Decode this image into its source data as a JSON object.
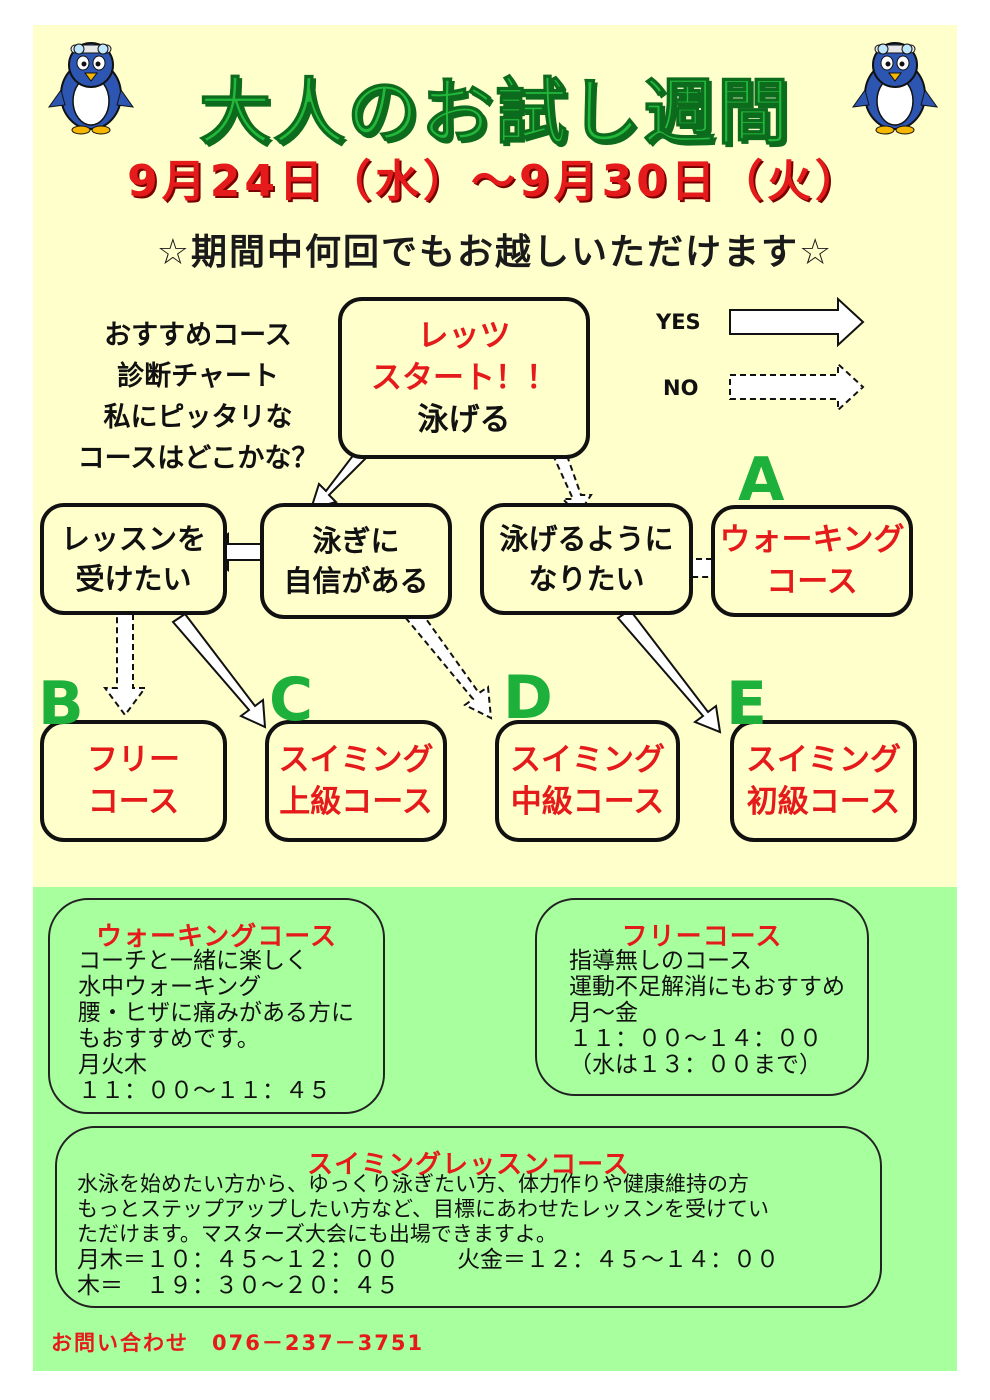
{
  "title": "大人のお試し週間",
  "dates": "9月24日（水）～9月30日（火）",
  "subtitle": "☆期間中何回でもお越しいただけます☆",
  "intro": [
    "おすすめコース",
    "診断チャート",
    "私にピッタリな",
    "コースはどこかな？"
  ],
  "legend": {
    "yes": "YES",
    "no": "NO"
  },
  "flow": {
    "start": [
      "レッツ",
      "スタート！！",
      "泳げる"
    ],
    "lesson": [
      "レッスンを",
      "受けたい"
    ],
    "confident": [
      "泳ぎに",
      "自信がある"
    ],
    "learn": [
      "泳げるように",
      "なりたい"
    ],
    "walking": [
      "ウォーキング",
      "コース"
    ],
    "free": [
      "フリー",
      "コース"
    ],
    "advanced": [
      "スイミング",
      "上級コース"
    ],
    "intermediate": [
      "スイミング",
      "中級コース"
    ],
    "beginner": [
      "スイミング",
      "初級コース"
    ]
  },
  "letters": {
    "a": "A",
    "b": "B",
    "c": "C",
    "d": "D",
    "e": "E"
  },
  "walking_course": {
    "heading": "ウォーキングコース",
    "lines": [
      "コーチと一緒に楽しく",
      "水中ウォーキング",
      "腰・ヒザに痛みがある方に",
      "もおすすめです。",
      "月火木",
      "１１：００～１１：４５"
    ]
  },
  "free_course": {
    "heading": "フリーコース",
    "lines": [
      "指導無しのコース",
      "運動不足解消にもおすすめ",
      "月～金",
      "１１：００～１４：００",
      "（水は１３：００まで）"
    ]
  },
  "lesson_course": {
    "heading": "スイミングレッスンコース",
    "lines": [
      "水泳を始めたい方から、ゆっくり泳ぎたい方、体力作りや健康維持の方",
      "もっとステップアップしたい方など、目標にあわせたレッスンを受けてい",
      "ただけます。マスターズ大会にも出場できますよ。",
      "月木＝１０：４５～１２：００",
      "木＝　１９：３０～２０：４５"
    ],
    "schedule_extra": "火金＝１２：４５～１４：００"
  },
  "contact": "お問い合わせ　076－237－3751",
  "colors": {
    "green": "#22b83a",
    "red": "#e51b1b",
    "cream": "#ffffcc",
    "mint": "#a8ff9e"
  }
}
